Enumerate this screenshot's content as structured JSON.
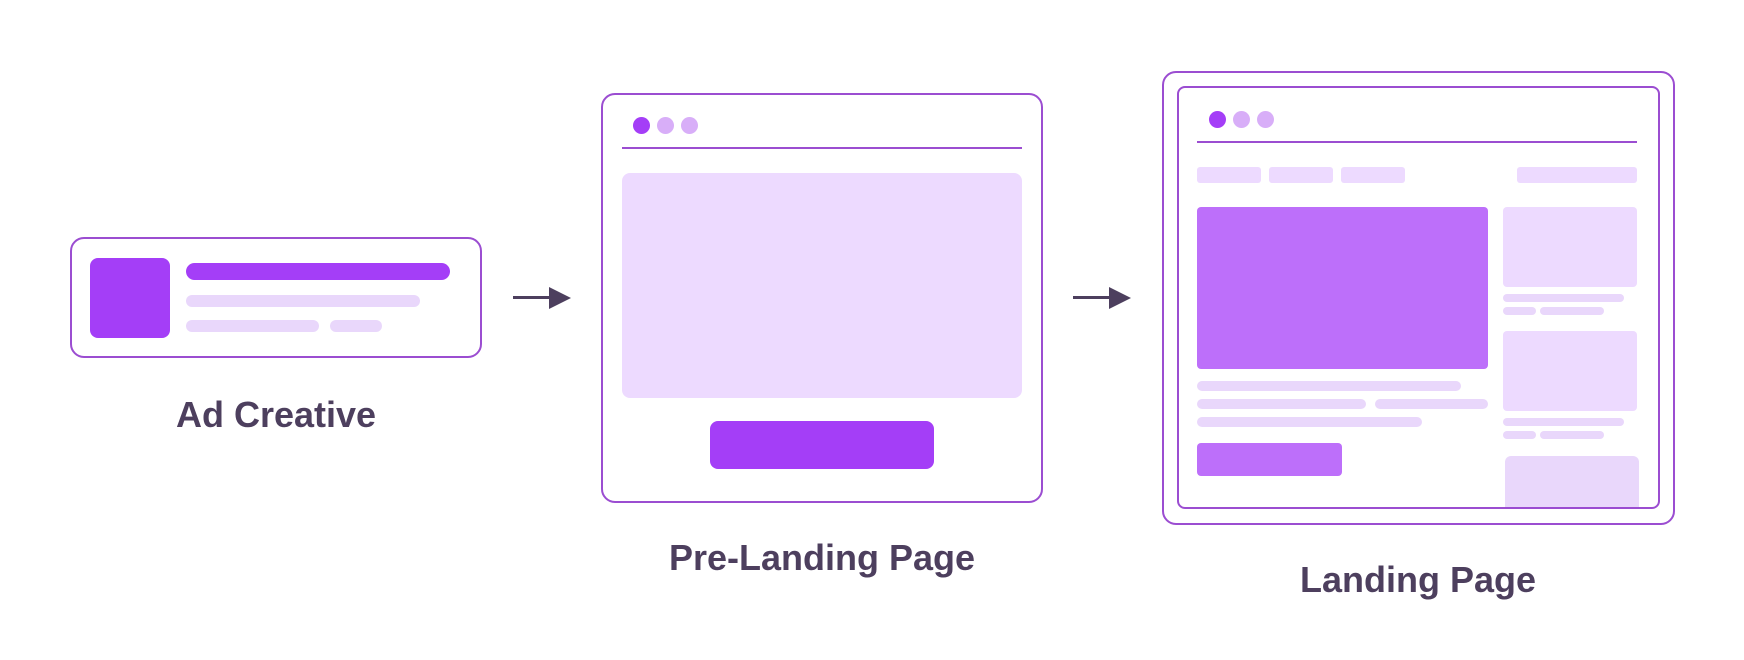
{
  "colors": {
    "outline": "#9b4dd1",
    "accent": "#a43ef7",
    "medium": "#bd6ffa",
    "light": "#eddaff",
    "lighter": "#e9d7fb",
    "dot_off": "#d8aef8",
    "label": "#4d3f5e",
    "arrow": "#4d3f5e"
  },
  "stages": [
    {
      "label": "Ad Creative"
    },
    {
      "label": "Pre-Landing Page"
    },
    {
      "label": "Landing Page"
    }
  ]
}
